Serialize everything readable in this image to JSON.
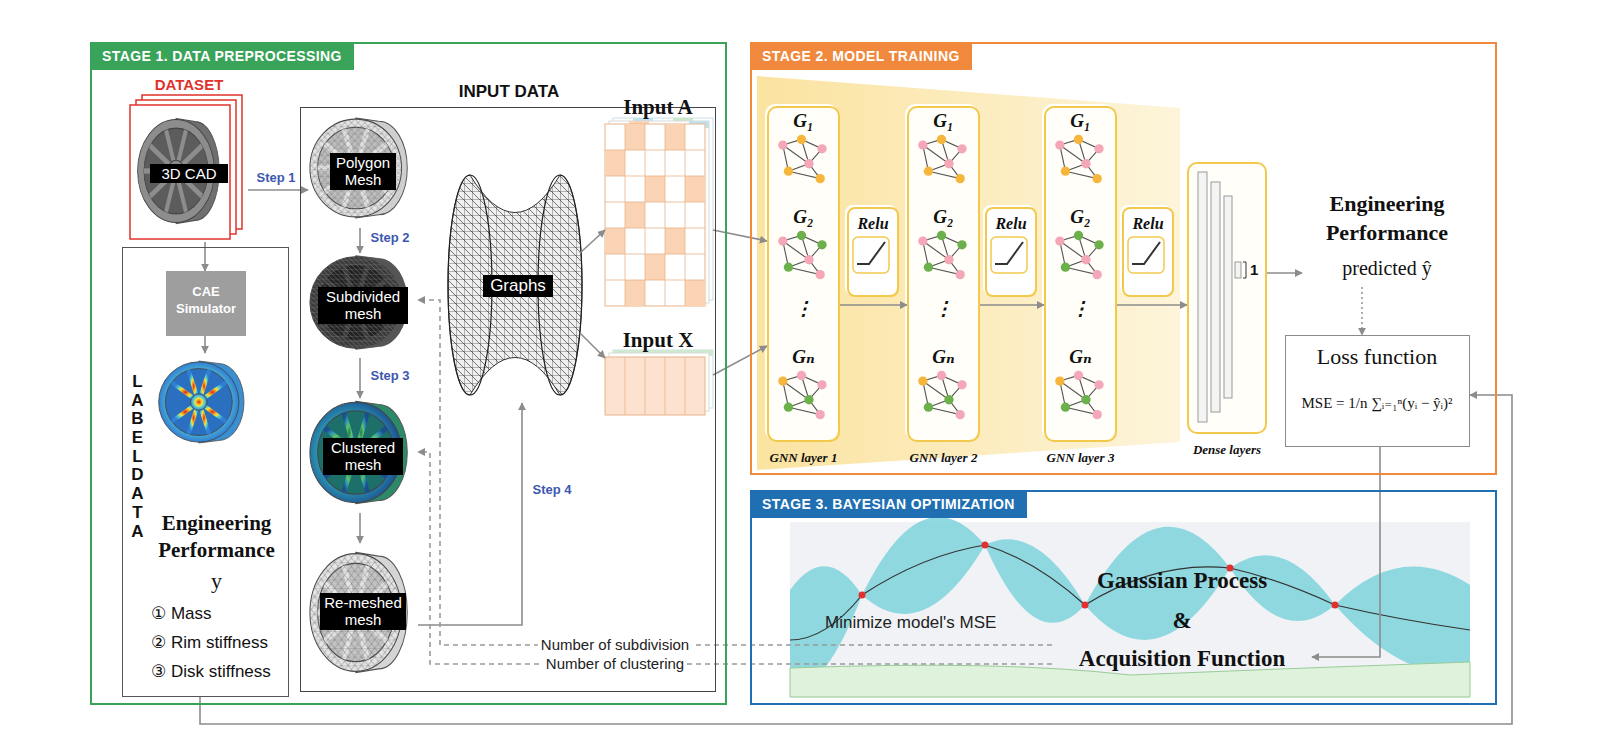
{
  "diagram": {
    "nodes": [
      {
        "text": [
          "STAGE 1. DATA PREPROCESSING"
        ]
      },
      {
        "text": [
          "DATASET",
          "3D CAD"
        ],
        "in": 0
      },
      {
        "text": [
          "LABEL DATA",
          "Engineering Performance",
          "y",
          "① Mass",
          "② Rim stiffness",
          "③ Disk stiffness"
        ],
        "in": 0
      },
      {
        "text": [
          "CAE Simulator"
        ],
        "in": 2
      },
      {
        "text": [
          "INPUT DATA"
        ],
        "in": 0
      },
      {
        "text": [
          "Polygon Mesh"
        ],
        "in": 4
      },
      {
        "text": [
          "Subdivided mesh"
        ],
        "in": 4
      },
      {
        "text": [
          "Clustered mesh"
        ],
        "in": 4
      },
      {
        "text": [
          "Re-meshed mesh"
        ],
        "in": 4
      },
      {
        "text": [
          "Graphs"
        ],
        "in": 4
      },
      {
        "text": [
          "Input A"
        ],
        "in": 4
      },
      {
        "text": [
          "Input X"
        ],
        "in": 4
      },
      {
        "text": [
          "STAGE 2. MODEL TRAINING"
        ]
      },
      {
        "text": [
          "G₁",
          "G₂",
          "⋮",
          "Gₙ",
          "GNN layer 1"
        ],
        "in": 12
      },
      {
        "text": [
          "Relu"
        ],
        "in": 12
      },
      {
        "text": [
          "G₁",
          "G₂",
          "⋮",
          "Gₙ",
          "GNN layer 2"
        ],
        "in": 12
      },
      {
        "text": [
          "Relu"
        ],
        "in": 12
      },
      {
        "text": [
          "G₁",
          "G₂",
          "⋮",
          "Gₙ",
          "GNN layer 3"
        ],
        "in": 12
      },
      {
        "text": [
          "Relu"
        ],
        "in": 12
      },
      {
        "text": [
          "Dense layers"
        ],
        "in": 12
      },
      {
        "text": [
          "Engineering Performance",
          "predicted ŷ"
        ],
        "in": 12
      },
      {
        "text": [
          "Loss function",
          "MSE = 1/n ∑ᵢ₌₁ⁿ(yᵢ − ŷᵢ)²"
        ],
        "in": 12
      },
      {
        "text": [
          "STAGE 3. BAYESIAN OPTIMIZATION"
        ]
      },
      {
        "text": [
          "Gaussian Process",
          "&",
          "Acquisition Function"
        ],
        "in": 22
      }
    ],
    "edges": [
      {
        "from": 1,
        "to": 5,
        "arrow": "to",
        "label": "Step 1"
      },
      {
        "from": 1,
        "to": 3,
        "arrow": "to"
      },
      {
        "from": 5,
        "to": 6,
        "arrow": "to",
        "label": "Step 2"
      },
      {
        "from": 6,
        "to": 7,
        "arrow": "to",
        "label": "Step 3"
      },
      {
        "from": 7,
        "to": 8,
        "arrow": "to"
      },
      {
        "from": 8,
        "to": 9,
        "arrow": "to",
        "label": "Step 4"
      },
      {
        "from": 9,
        "to": 10,
        "arrow": "to"
      },
      {
        "from": 9,
        "to": 11,
        "arrow": "to"
      },
      {
        "from": 10,
        "to": 13,
        "arrow": "to"
      },
      {
        "from": 11,
        "to": 13,
        "arrow": "to"
      },
      {
        "from": 13,
        "to": 15,
        "arrow": "to"
      },
      {
        "from": 15,
        "to": 17,
        "arrow": "to"
      },
      {
        "from": 17,
        "to": 19,
        "arrow": "to"
      },
      {
        "from": 19,
        "to": 20,
        "arrow": "to"
      },
      {
        "from": 20,
        "to": 21,
        "arrow": "to"
      },
      {
        "from": 21,
        "to": 23,
        "arrow": "to"
      },
      {
        "from": 23,
        "to": 6,
        "arrow": "to",
        "label": "Number of subdivision"
      },
      {
        "from": 23,
        "to": 7,
        "arrow": "to",
        "label": "Number of clustering"
      },
      {
        "from": 2,
        "to": 21,
        "arrow": "to"
      }
    ],
    "labels": [
      "1",
      "Minimize model's MSE"
    ]
  }
}
